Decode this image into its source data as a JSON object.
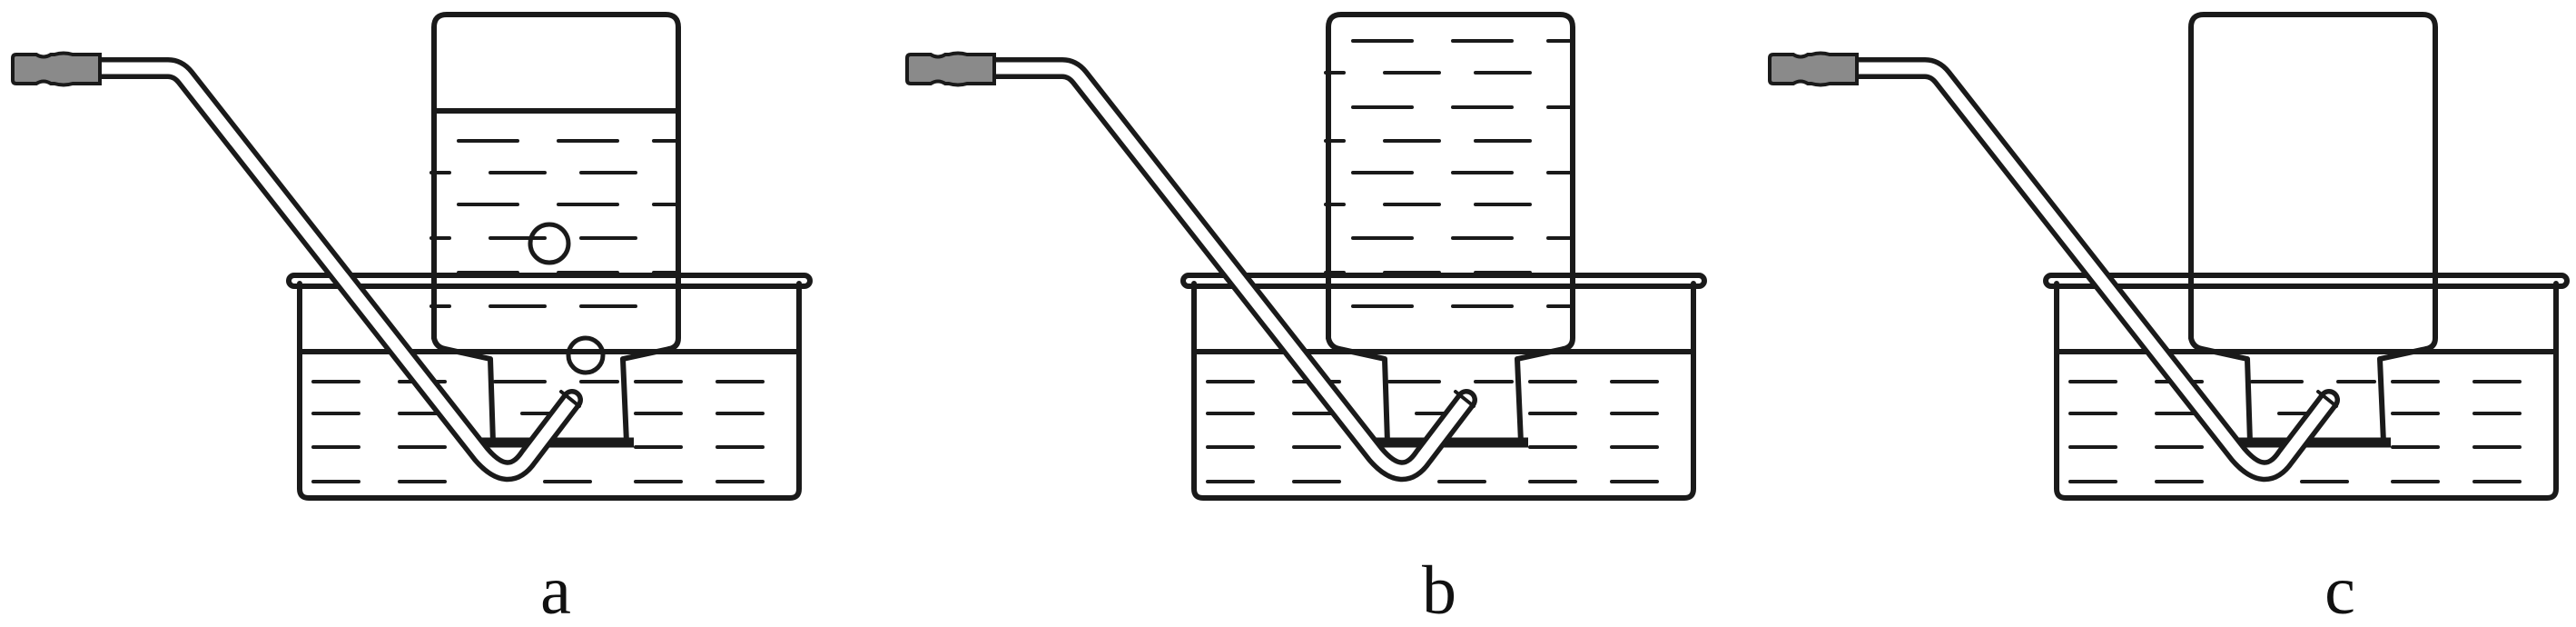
{
  "panels": [
    {
      "id": "a",
      "label": "a",
      "cylinder_water": "partial",
      "bubbles": 2
    },
    {
      "id": "b",
      "label": "b",
      "cylinder_water": "full",
      "bubbles": 0
    },
    {
      "id": "c",
      "label": "c",
      "cylinder_water": "empty",
      "bubbles": 0
    }
  ]
}
